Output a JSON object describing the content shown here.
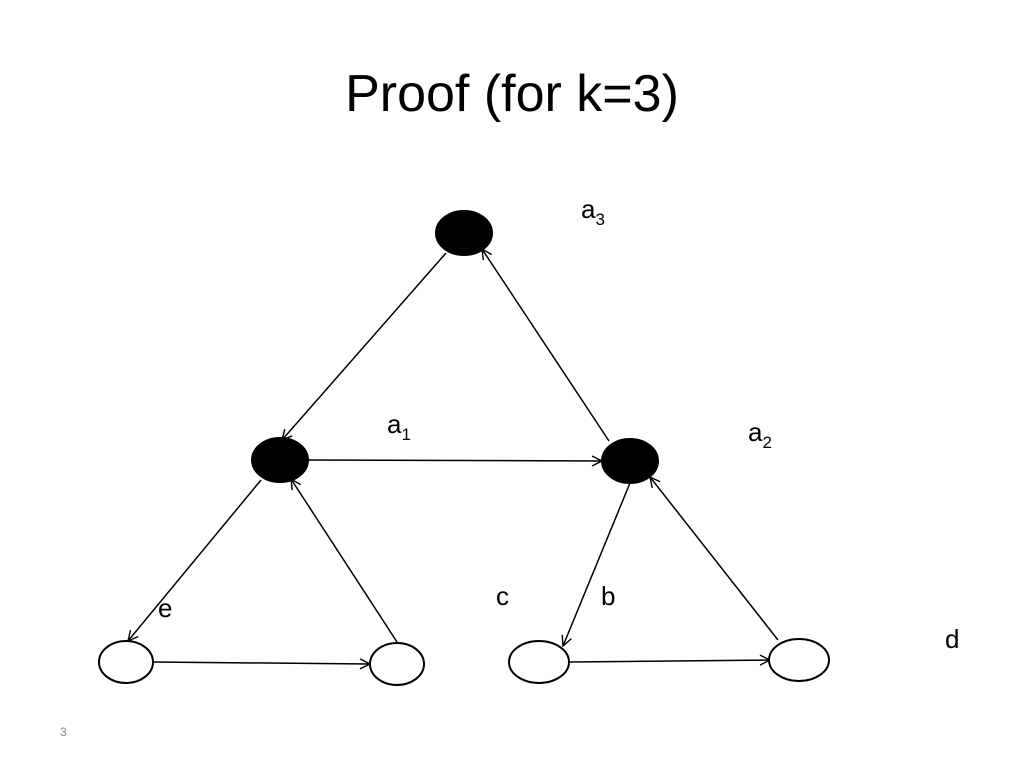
{
  "slide": {
    "title": "Proof (for k=3)",
    "page_number": "3"
  },
  "diagram": {
    "nodes": [
      {
        "id": "a3",
        "filled": true
      },
      {
        "id": "a1",
        "filled": true
      },
      {
        "id": "a2",
        "filled": true
      },
      {
        "id": "bl1",
        "filled": false
      },
      {
        "id": "bl2",
        "filled": false
      },
      {
        "id": "br1",
        "filled": false
      },
      {
        "id": "br2",
        "filled": false
      }
    ],
    "edges": [
      {
        "from": "a3",
        "to": "a1"
      },
      {
        "from": "a1",
        "to": "a2"
      },
      {
        "from": "a2",
        "to": "a3"
      },
      {
        "from": "a1",
        "to": "bl1"
      },
      {
        "from": "bl1",
        "to": "bl2"
      },
      {
        "from": "bl2",
        "to": "a1"
      },
      {
        "from": "a2",
        "to": "br1"
      },
      {
        "from": "br1",
        "to": "br2"
      },
      {
        "from": "br2",
        "to": "a2"
      }
    ],
    "labels": {
      "a3": {
        "base": "a",
        "sub": "3"
      },
      "a1": {
        "base": "a",
        "sub": "1"
      },
      "a2": {
        "base": "a",
        "sub": "2"
      },
      "e": "e",
      "c": "c",
      "b": "b",
      "d": "d"
    },
    "colors": {
      "filled_node": "#000000",
      "empty_node_fill": "#ffffff",
      "stroke": "#000000"
    }
  }
}
